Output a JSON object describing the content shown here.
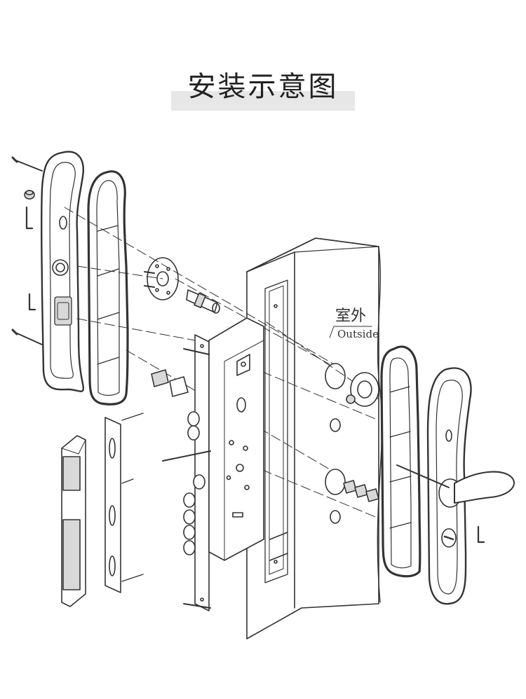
{
  "title": "安装示意图",
  "labels": {
    "outside_cn": "室外",
    "outside_en": "Outside"
  },
  "colors": {
    "line": "#333333",
    "shade": "#d9d9d9",
    "title_bar": "#e7e7e7"
  }
}
